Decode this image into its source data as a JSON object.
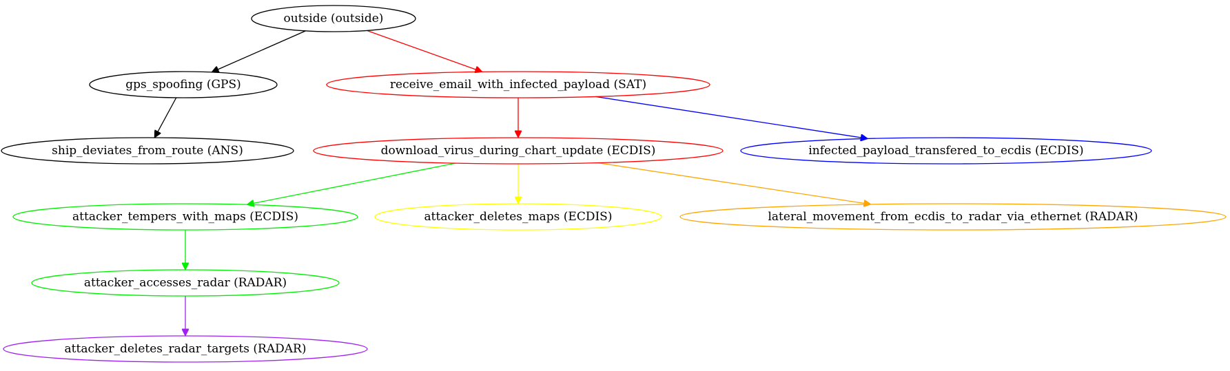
{
  "nodes": [
    {
      "id": "outside",
      "label": "outside (outside)",
      "color": "#000000"
    },
    {
      "id": "gps_spoofing",
      "label": "gps_spoofing (GPS)",
      "color": "#000000"
    },
    {
      "id": "receive_email",
      "label": "receive_email_with_infected_payload (SAT)",
      "color": "#ff0000"
    },
    {
      "id": "ship_deviates",
      "label": "ship_deviates_from_route (ANS)",
      "color": "#000000"
    },
    {
      "id": "download_virus",
      "label": "download_virus_during_chart_update (ECDIS)",
      "color": "#ff0000"
    },
    {
      "id": "infected_payload",
      "label": "infected_payload_transfered_to_ecdis (ECDIS)",
      "color": "#0000ff"
    },
    {
      "id": "tempers_maps",
      "label": "attacker_tempers_with_maps (ECDIS)",
      "color": "#00ee00"
    },
    {
      "id": "deletes_maps",
      "label": "attacker_deletes_maps (ECDIS)",
      "color": "#ffff00"
    },
    {
      "id": "lateral_movement",
      "label": "lateral_movement_from_ecdis_to_radar_via_ethernet (RADAR)",
      "color": "#ffa500"
    },
    {
      "id": "accesses_radar",
      "label": "attacker_accesses_radar (RADAR)",
      "color": "#00ee00"
    },
    {
      "id": "deletes_targets",
      "label": "attacker_deletes_radar_targets (RADAR)",
      "color": "#a020f0"
    }
  ],
  "edges": [
    {
      "from": "outside",
      "to": "gps_spoofing",
      "color": "#000000"
    },
    {
      "from": "outside",
      "to": "receive_email",
      "color": "#ff0000"
    },
    {
      "from": "gps_spoofing",
      "to": "ship_deviates",
      "color": "#000000"
    },
    {
      "from": "receive_email",
      "to": "download_virus",
      "color": "#ff0000"
    },
    {
      "from": "receive_email",
      "to": "infected_payload",
      "color": "#0000ff"
    },
    {
      "from": "download_virus",
      "to": "tempers_maps",
      "color": "#00ee00"
    },
    {
      "from": "download_virus",
      "to": "deletes_maps",
      "color": "#ffff00"
    },
    {
      "from": "download_virus",
      "to": "lateral_movement",
      "color": "#ffa500"
    },
    {
      "from": "tempers_maps",
      "to": "accesses_radar",
      "color": "#00ee00"
    },
    {
      "from": "accesses_radar",
      "to": "deletes_targets",
      "color": "#a020f0"
    }
  ]
}
